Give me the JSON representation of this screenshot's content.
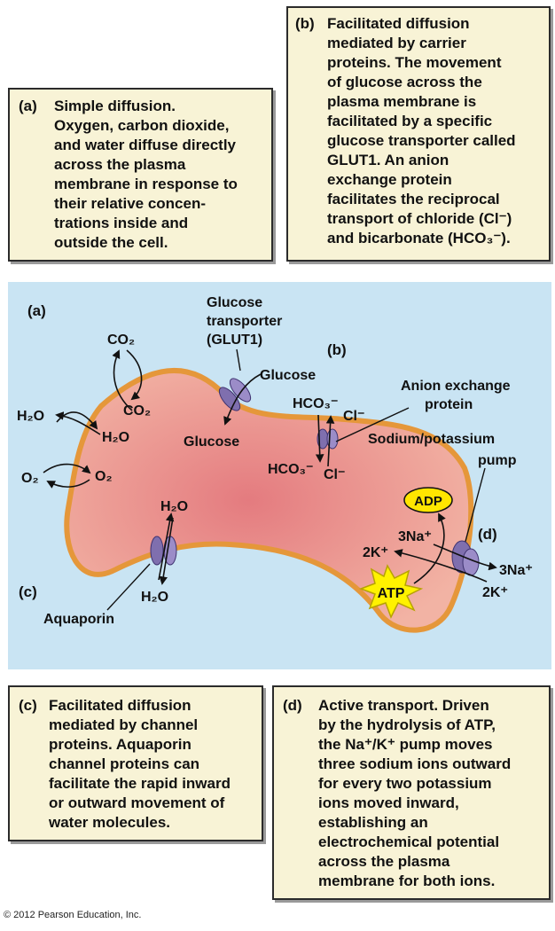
{
  "captions": {
    "a": {
      "label": "(a)",
      "text": "Simple diffusion.\nOxygen, carbon dioxide,\nand water diffuse directly\nacross the plasma\nmembrane in response to\ntheir relative concen-\ntrations inside and\noutside the cell."
    },
    "b": {
      "label": "(b)",
      "text": "Facilitated diffusion\nmediated by carrier\nproteins. The movement\nof glucose across the\nplasma membrane is\nfacilitated by a specific\nglucose transporter called\nGLUT1. An anion\nexchange protein\nfacilitates the reciprocal\ntransport of chloride (Cl⁻)\nand bicarbonate (HCO₃⁻)."
    },
    "c": {
      "label": "(c)",
      "text": "Facilitated diffusion\nmediated by channel\nproteins. Aquaporin\nchannel proteins can\nfacilitate the rapid inward\nor outward movement of\nwater molecules."
    },
    "d": {
      "label": "(d)",
      "text": "Active transport. Driven\nby the hydrolysis of ATP,\nthe Na⁺/K⁺ pump moves\nthree sodium ions outward\nfor every two potassium\nions moved inward,\nestablishing an\nelectrochemical potential\nacross the plasma\nmembrane for both ions."
    }
  },
  "diagram": {
    "panel_labels": {
      "a": "(a)",
      "b": "(b)",
      "c": "(c)",
      "d": "(d)"
    },
    "co2_out": "CO₂",
    "co2_in": "CO₂",
    "h2o_out": "H₂O",
    "h2o_in": "H₂O",
    "o2_out": "O₂",
    "o2_in": "O₂",
    "glut1_line1": "Glucose",
    "glut1_line2": "transporter",
    "glut1_line3": "(GLUT1)",
    "glucose_out": "Glucose",
    "glucose_in": "Glucose",
    "hco3_out": "HCO₃⁻",
    "cl_out": "Cl⁻",
    "hco3_in": "HCO₃⁻",
    "cl_in": "Cl⁻",
    "anion_line1": "Anion exchange",
    "anion_line2": "protein",
    "pump_line1": "Sodium/potassium",
    "pump_line2": "pump",
    "adp": "ADP",
    "atp": "ATP",
    "na_in": "3Na⁺",
    "k_in": "2K⁺",
    "na_out": "3Na⁺",
    "k_out": "2K⁺",
    "aquaporin_h2o_top": "H₂O",
    "aquaporin_h2o_bottom": "H₂O",
    "aquaporin": "Aquaporin"
  },
  "colors": {
    "caption_bg": "#f8f3d6",
    "panel_bg": "#c9e4f3",
    "cell_fill": "#e58c8c",
    "membrane": "#e5973a",
    "protein": "#7f6fae",
    "adp": "#ffe600",
    "atp": "#fff200"
  },
  "footer": {
    "copyright": "© 2012 Pearson Education, Inc."
  }
}
